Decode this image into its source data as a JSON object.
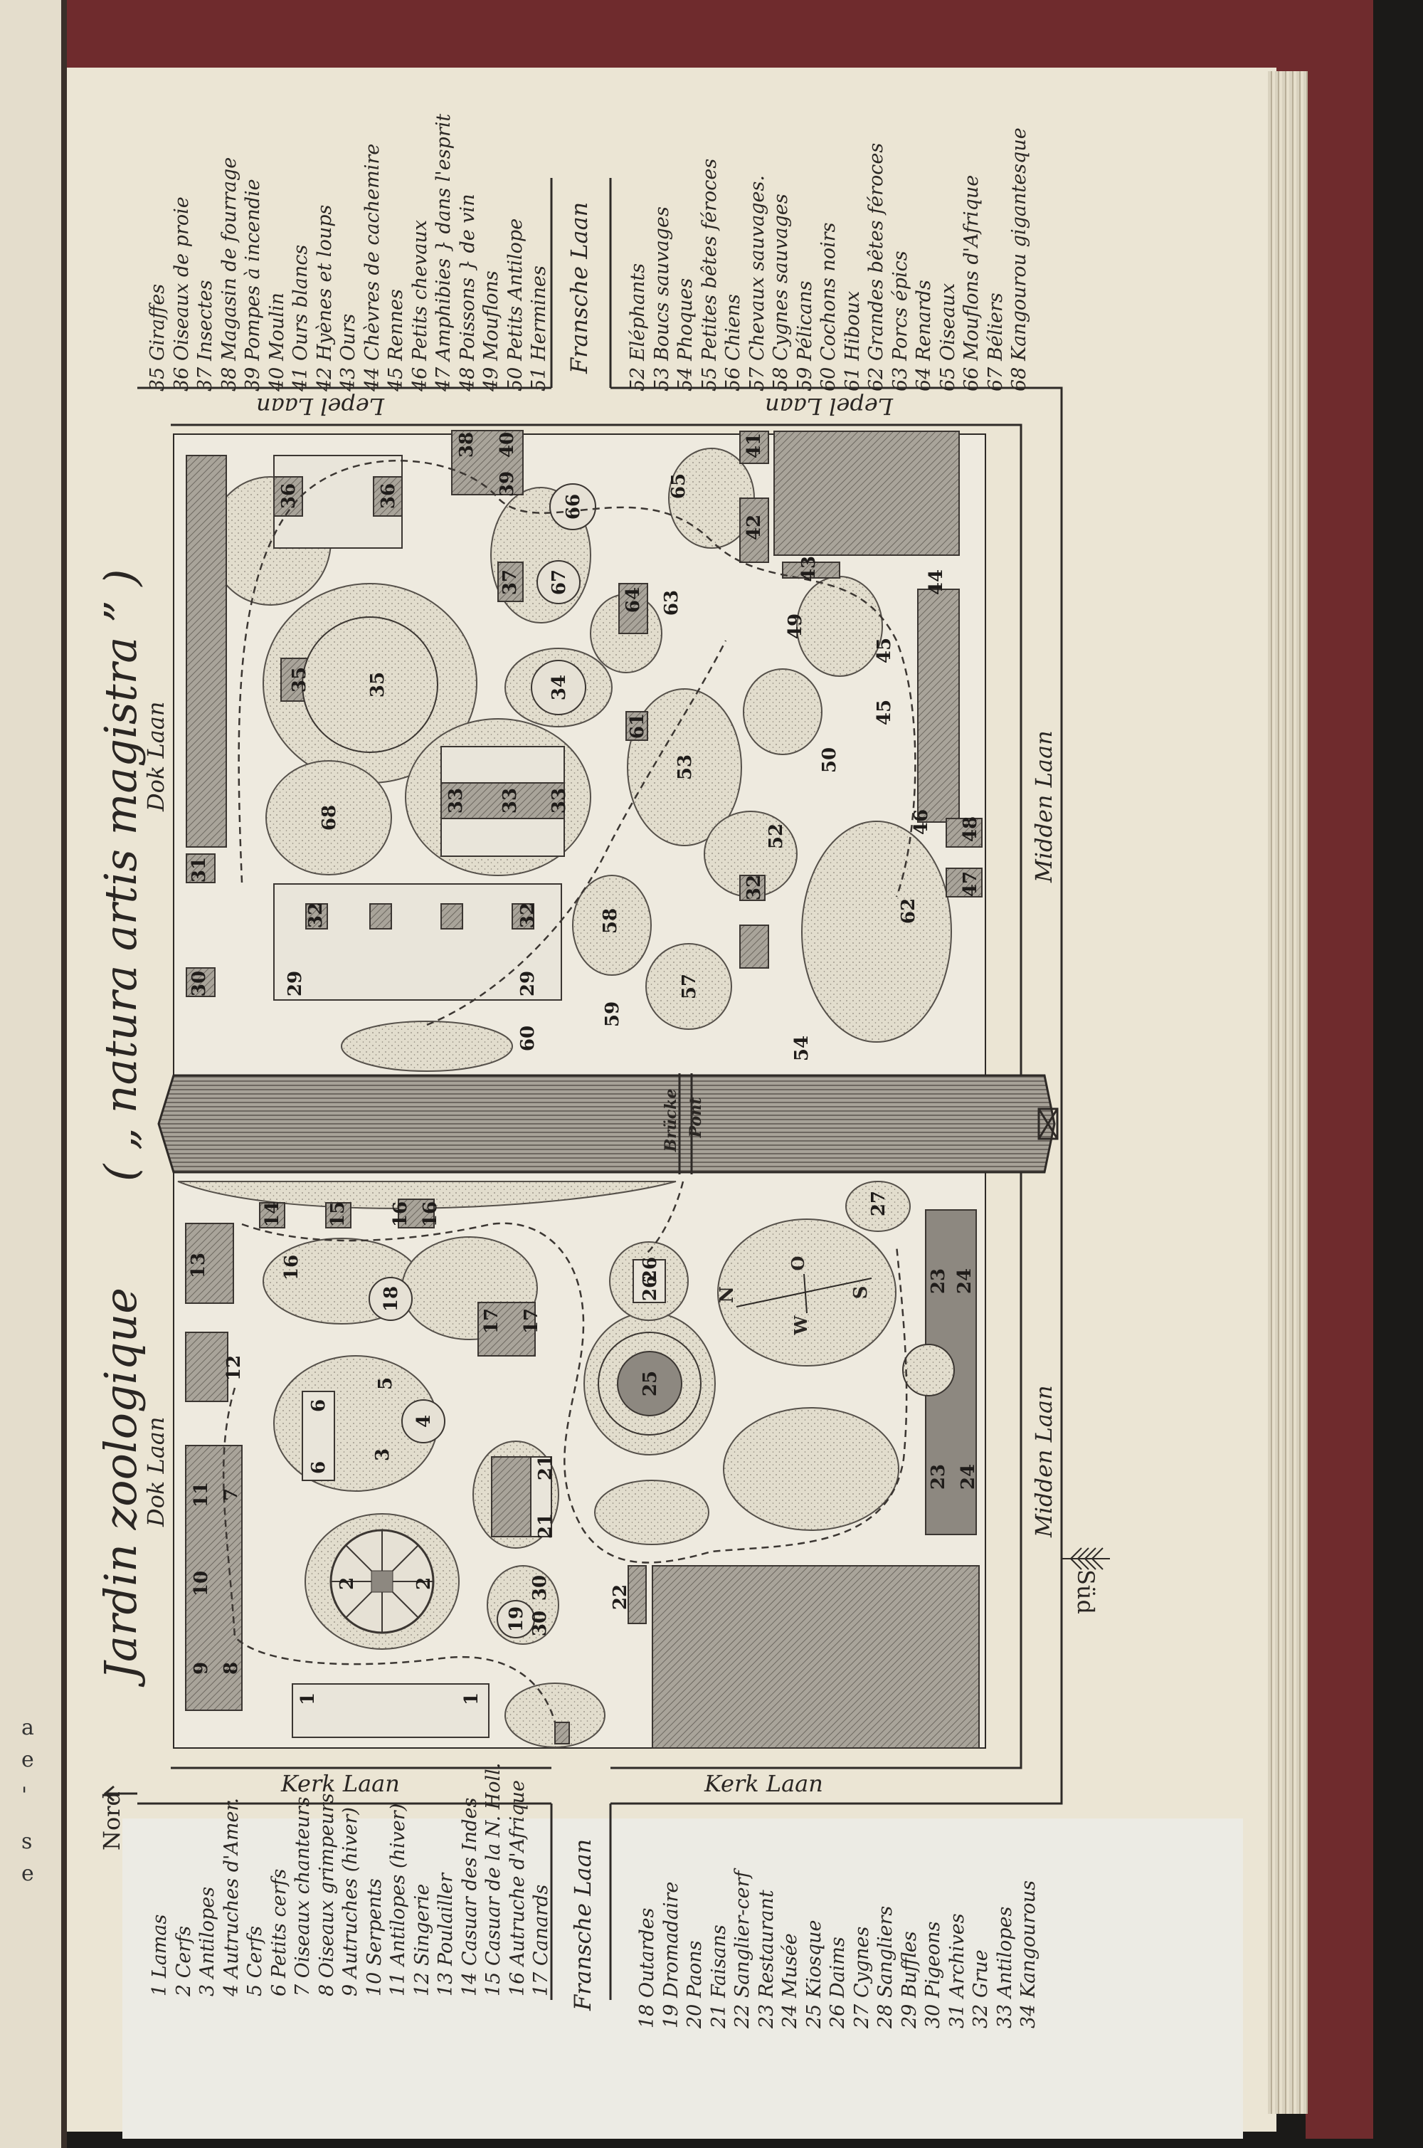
{
  "title": {
    "main": "Jardin zoologique",
    "subtitle": "( „ natura artis magistra ” )"
  },
  "orientation": {
    "north": "Nord",
    "south": "Süd",
    "compass_n": "N",
    "compass_s": "S",
    "compass_o": "O",
    "compass_w": "W"
  },
  "streets": {
    "dok_laan": "Dok Laan",
    "kerk_laan": "Kerk Laan",
    "lepel_laan": "Lepel Laan",
    "midden_laan": "Midden Laan",
    "fransche_laan": "Fransche Laan"
  },
  "bridge": {
    "de": "Brücke",
    "fr": "Pont"
  },
  "legend": {
    "group_1_17": [
      "1 Lamas",
      "2 Cerfs",
      "3 Antilopes",
      "4 Autruches d'Amer.",
      "5 Cerfs",
      "6 Petits cerfs",
      "7 Oiseaux chanteurs",
      "8 Oiseaux grimpeurs",
      "9 Autruches (hiver)",
      "10 Serpents",
      "11 Antilopes (hiver)",
      "12 Singerie",
      "13 Poulailler",
      "14 Casuar des Indes",
      "15 Casuar de la N. Holl.",
      "16 Autruche d'Afrique",
      "17 Canards"
    ],
    "group_18_34": [
      "18 Outardes",
      "19 Dromadaire",
      "20 Paons",
      "21 Faisans",
      "22 Sanglier-cerf",
      "23 Restaurant",
      "24 Musée",
      "25 Kiosque",
      "26 Daims",
      "27 Cygnes",
      "28 Sangliers",
      "29 Buffles",
      "30 Pigeons",
      "31 Archives",
      "32 Grue",
      "33 Antilopes",
      "34 Kangourous"
    ],
    "group_35_51": [
      "35 Giraffes",
      "36 Oiseaux de proie",
      "37 Insectes",
      "38 Magasin de fourrage",
      "39 Pompes à incendie",
      "40 Moulin",
      "41 Ours blancs",
      "42 Hyènes et loups",
      "43 Ours",
      "44 Chèvres de cachemire",
      "45 Rennes",
      "46 Petits chevaux",
      "47 Amphibies } dans l'esprit",
      "48 Poissons } de vin",
      "49 Mouflons",
      "50 Petits Antilope",
      "51 Hermines"
    ],
    "group_52_68": [
      "52 Eléphants",
      "53 Boucs sauvages",
      "54 Phoques",
      "55 Petites bêtes féroces",
      "56 Chiens",
      "57 Chevaux sauvages.",
      "58 Cygnes sauvages",
      "59 Pélicans",
      "60 Cochons noirs",
      "61 Hiboux",
      "62 Grandes bêtes féroces",
      "63 Porcs épics",
      "64 Renards",
      "65 Oiseaux",
      "66 Mouflons d'Afrique",
      "67 Béliers",
      "68 Kangourou gigantesque"
    ]
  },
  "map_labels": [
    "31",
    "30",
    "36",
    "36",
    "35",
    "35",
    "68",
    "32",
    "32",
    "29",
    "29",
    "33",
    "33",
    "33",
    "34",
    "37",
    "67",
    "66",
    "38",
    "39",
    "40",
    "64",
    "63",
    "65",
    "41",
    "42",
    "43",
    "44",
    "49",
    "45",
    "45",
    "50",
    "46",
    "48",
    "47",
    "53",
    "61",
    "52",
    "32",
    "62",
    "58",
    "57",
    "59",
    "60",
    "54",
    "14",
    "15",
    "16",
    "16",
    "16",
    "13",
    "18",
    "12",
    "17",
    "17",
    "26",
    "26",
    "27",
    "5",
    "6",
    "6",
    "4",
    "3",
    "11",
    "7",
    "10",
    "9",
    "8",
    "2",
    "2",
    "21",
    "21",
    "19",
    "30",
    "30",
    "1",
    "1",
    "22",
    "25",
    "23",
    "24",
    "23",
    "24"
  ],
  "left_page_fragments": [
    "a",
    "e",
    "'",
    "s",
    "e"
  ],
  "colors": {
    "cover": "#6f2b2d",
    "paper": "#ebe5d4",
    "ink": "#2a2623",
    "building": "#8d8880"
  }
}
